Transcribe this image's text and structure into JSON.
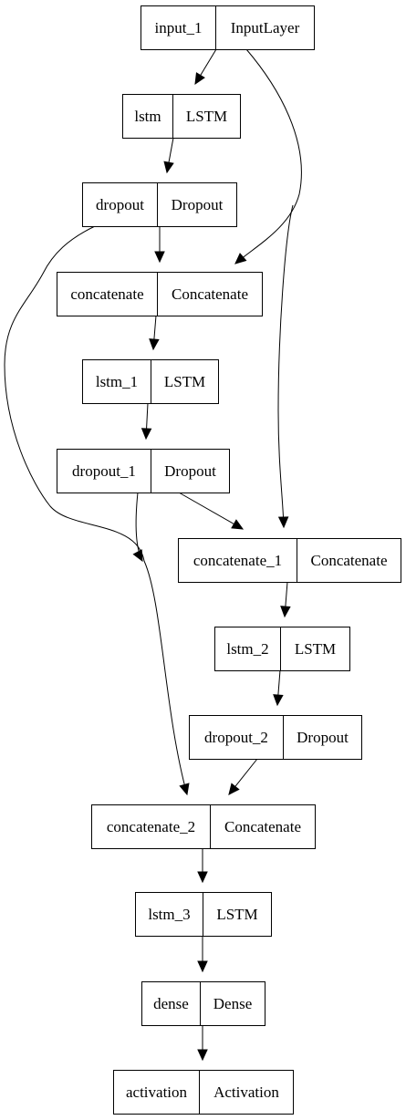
{
  "nodes": [
    {
      "id": "input_1",
      "name": "input_1",
      "type": "InputLayer"
    },
    {
      "id": "lstm",
      "name": "lstm",
      "type": "LSTM"
    },
    {
      "id": "dropout",
      "name": "dropout",
      "type": "Dropout"
    },
    {
      "id": "concatenate",
      "name": "concatenate",
      "type": "Concatenate"
    },
    {
      "id": "lstm_1",
      "name": "lstm_1",
      "type": "LSTM"
    },
    {
      "id": "dropout_1",
      "name": "dropout_1",
      "type": "Dropout"
    },
    {
      "id": "concatenate_1",
      "name": "concatenate_1",
      "type": "Concatenate"
    },
    {
      "id": "lstm_2",
      "name": "lstm_2",
      "type": "LSTM"
    },
    {
      "id": "dropout_2",
      "name": "dropout_2",
      "type": "Dropout"
    },
    {
      "id": "concatenate_2",
      "name": "concatenate_2",
      "type": "Concatenate"
    },
    {
      "id": "lstm_3",
      "name": "lstm_3",
      "type": "LSTM"
    },
    {
      "id": "dense",
      "name": "dense",
      "type": "Dense"
    },
    {
      "id": "activation",
      "name": "activation",
      "type": "Activation"
    }
  ],
  "edges": [
    {
      "from": "input_1",
      "to": "lstm"
    },
    {
      "from": "input_1",
      "to": "concatenate"
    },
    {
      "from": "input_1",
      "to": "concatenate_1"
    },
    {
      "from": "lstm",
      "to": "dropout"
    },
    {
      "from": "dropout",
      "to": "concatenate"
    },
    {
      "from": "dropout",
      "to": "concatenate_2"
    },
    {
      "from": "concatenate",
      "to": "lstm_1"
    },
    {
      "from": "lstm_1",
      "to": "dropout_1"
    },
    {
      "from": "dropout_1",
      "to": "concatenate_1"
    },
    {
      "from": "dropout_1",
      "to": "concatenate_2"
    },
    {
      "from": "concatenate_1",
      "to": "lstm_2"
    },
    {
      "from": "lstm_2",
      "to": "dropout_2"
    },
    {
      "from": "dropout_2",
      "to": "concatenate_2"
    },
    {
      "from": "concatenate_2",
      "to": "lstm_3"
    },
    {
      "from": "lstm_3",
      "to": "dense"
    },
    {
      "from": "dense",
      "to": "activation"
    }
  ]
}
